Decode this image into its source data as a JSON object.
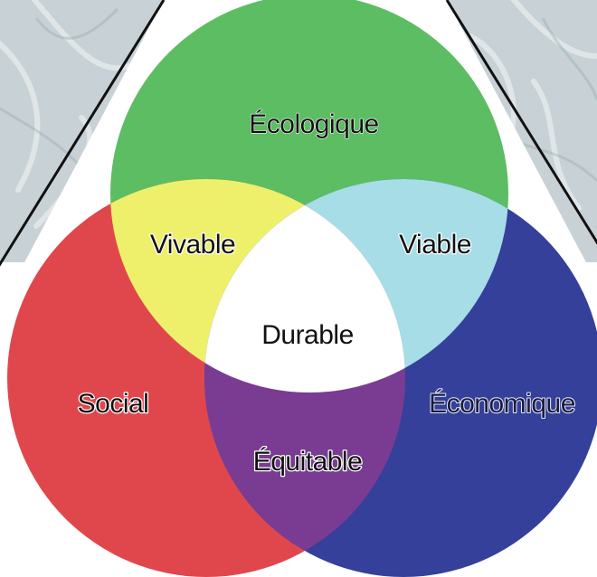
{
  "diagram": {
    "colors": {
      "ecologique": "#5cbd63",
      "social": "#e0474d",
      "economique": "#34409a",
      "vivable": "#eef06b",
      "viable": "#a6dde7",
      "equitable": "#7a3c93",
      "durable": "#ffffff",
      "background_texture": "#c8d2d6",
      "triangle_frame": "#111111"
    },
    "labels": {
      "ecologique": "Écologique",
      "social": "Social",
      "economique": "Économique",
      "vivable": "Vivable",
      "viable": "Viable",
      "equitable": "Équitable",
      "durable": "Durable"
    }
  }
}
